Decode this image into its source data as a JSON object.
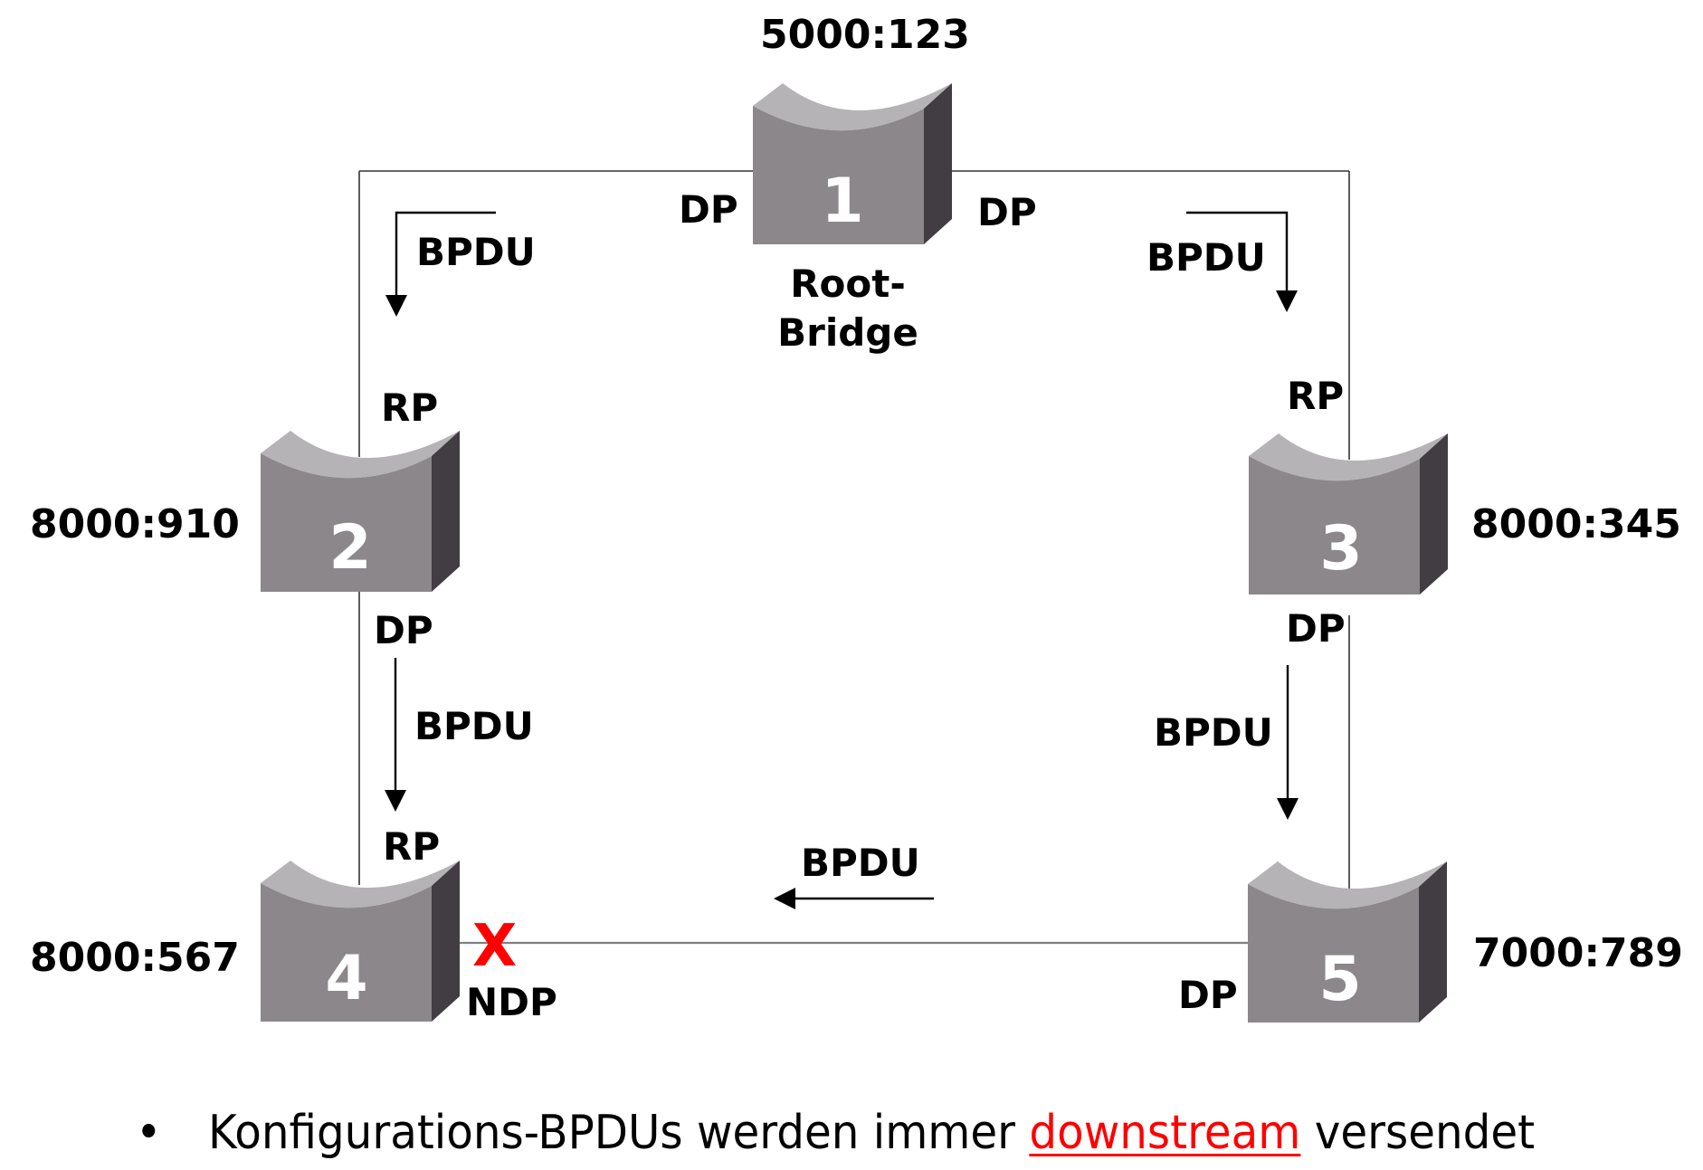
{
  "colors": {
    "line": "#333333",
    "link_gray": "#808080",
    "arrow": "#000000",
    "switch_front": "#8b878a",
    "switch_top": "#b5b3b5",
    "switch_side": "#413d42",
    "switch_number": "#ffffff",
    "blocked_marker": "#ff0000",
    "highlight": "#ff0000"
  },
  "switches": [
    {
      "id": "1",
      "number": "1",
      "bridge_id": "5000:123",
      "role_text": [
        "Root-",
        "Bridge"
      ]
    },
    {
      "id": "2",
      "number": "2",
      "bridge_id": "8000:910"
    },
    {
      "id": "3",
      "number": "3",
      "bridge_id": "8000:345"
    },
    {
      "id": "4",
      "number": "4",
      "bridge_id": "8000:567"
    },
    {
      "id": "5",
      "number": "5",
      "bridge_id": "7000:789"
    }
  ],
  "ports": {
    "s1_left": "DP",
    "s1_right": "DP",
    "s2_top": "RP",
    "s2_bottom": "DP",
    "s3_top": "RP",
    "s3_bottom": "DP",
    "s4_top": "RP",
    "s4_right": "NDP",
    "s5_left": "DP"
  },
  "bpdu_label": "BPDU",
  "blocked_marker": "X",
  "caption": {
    "bullet": "•",
    "before": "Konfigurations-BPDUs werden immer ",
    "highlight": "downstream",
    "after": " versendet"
  }
}
